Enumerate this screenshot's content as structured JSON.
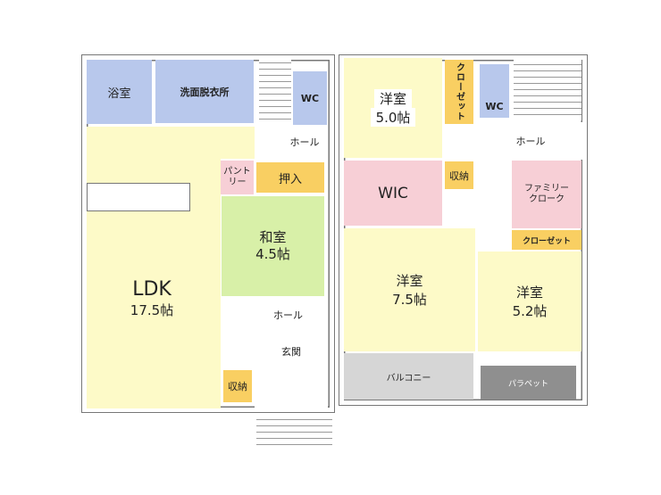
{
  "floor1": {
    "bath": "浴室",
    "washroom": "洗面脱衣所",
    "wc": "WC",
    "hall_upper": "ホール",
    "pantry": "パント\nリー",
    "oshiire": "押入",
    "washitsu_name": "和室",
    "washitsu_size": "4.5帖",
    "hall_lower": "ホール",
    "entrance": "玄関",
    "storage": "収納",
    "ldk_name": "LDK",
    "ldk_size": "17.5帖"
  },
  "floor2": {
    "room1_name": "洋室",
    "room1_size": "5.0帖",
    "closet1": "クローゼット",
    "wc": "WC",
    "hall": "ホール",
    "wic": "WIC",
    "storage": "収納",
    "family_cloak": "ファミリー\nクローク",
    "closet2": "クローゼット",
    "room2_name": "洋室",
    "room2_size": "7.5帖",
    "room3_name": "洋室",
    "room3_size": "5.2帖",
    "balcony": "バルコニー",
    "parapet": "パラペット"
  }
}
